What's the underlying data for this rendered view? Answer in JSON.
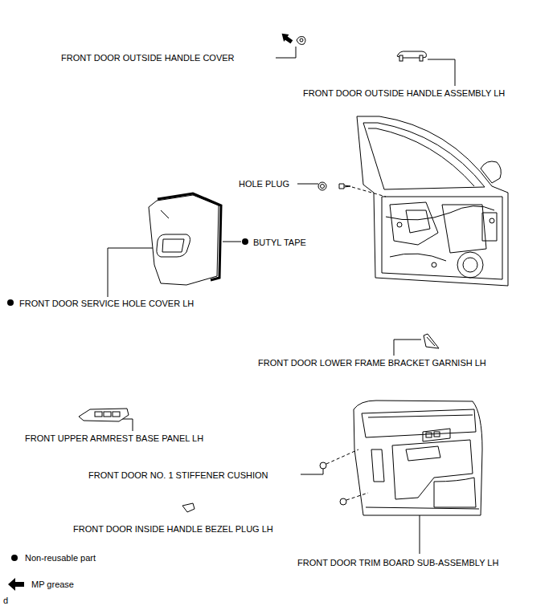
{
  "diagram": {
    "labels": [
      "FRONT DOOR OUTSIDE HANDLE COVER",
      "FRONT DOOR OUTSIDE HANDLE ASSEMBLY LH",
      "HOLE PLUG",
      "BUTYL TAPE",
      "FRONT DOOR SERVICE HOLE COVER LH",
      "FRONT DOOR LOWER FRAME BRACKET GARNISH LH",
      "FRONT UPPER ARMREST BASE PANEL LH",
      "FRONT DOOR NO. 1 STIFFENER CUSHION",
      "FRONT DOOR INSIDE HANDLE BEZEL PLUG LH",
      "FRONT DOOR TRIM BOARD SUB-ASSEMBLY LH",
      "d"
    ],
    "legend": [
      {
        "text": "Non-reusable part"
      },
      {
        "text": "MP grease"
      }
    ]
  }
}
